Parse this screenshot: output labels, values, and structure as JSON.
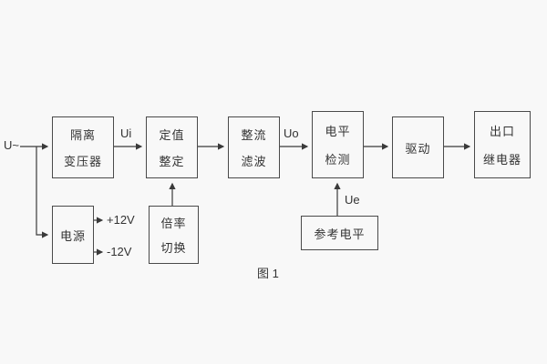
{
  "diagram": {
    "caption": "图 1",
    "labels": {
      "input": "U~",
      "ui": "Ui",
      "uo": "Uo",
      "ue": "Ue",
      "plus12": "+12V",
      "minus12": "-12V"
    },
    "blocks": {
      "isolation": {
        "lines": [
          "隔离",
          "变压器"
        ]
      },
      "setting": {
        "lines": [
          "定值",
          "整定"
        ]
      },
      "rectify": {
        "lines": [
          "整流",
          "滤波"
        ]
      },
      "level": {
        "lines": [
          "电平",
          "检测"
        ]
      },
      "drive": {
        "lines": [
          "驱动"
        ]
      },
      "relay": {
        "lines": [
          "出口",
          "继电器"
        ]
      },
      "power": {
        "lines": [
          "电源"
        ]
      },
      "ratio": {
        "lines": [
          "倍率",
          "切换"
        ]
      },
      "reference": {
        "lines": [
          "参考电平"
        ]
      }
    }
  }
}
